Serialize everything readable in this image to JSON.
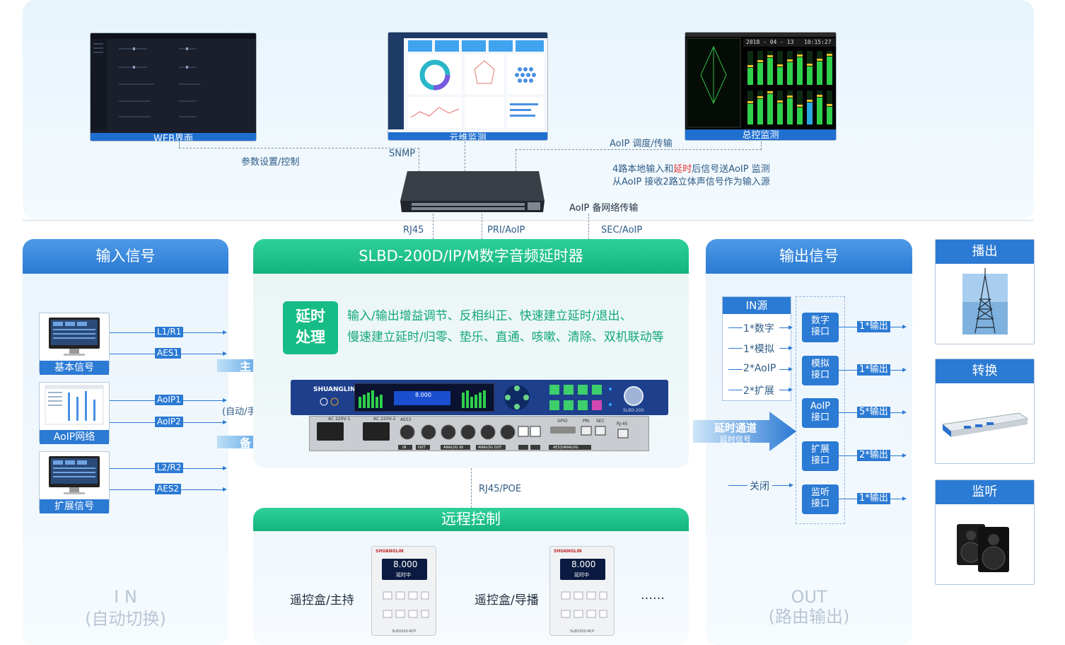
{
  "top": {
    "screens": [
      {
        "label": "WEB界面"
      },
      {
        "label": "云维监测"
      },
      {
        "label": "总控监测",
        "readout_left": "2018 - 04 - 13",
        "readout_right": "10:15:27"
      }
    ],
    "links": {
      "param": "参数设置/控制",
      "snmp": "SNMP",
      "aoip_dispatch": "AoIP 调度/传输",
      "note_line1_pre": "4路本地输入和",
      "note_line1_red": "延时",
      "note_line1_post": "后信号送AoIP 监测",
      "note_line2": "从AoIP 接收2路立体声信号作为输入源",
      "aoip_backup": "AoIP 备网络传输",
      "rj45": "RJ45",
      "pri": "PRI/AoIP",
      "sec": "SEC/AoIP"
    }
  },
  "input": {
    "title": "输入信号",
    "sources": [
      {
        "caption": "基本信号",
        "sig1": "L1/R1",
        "sig2": "AES1"
      },
      {
        "caption": "AoIP网络",
        "sig1": "AoIP1",
        "sig2": "AoIP2"
      },
      {
        "caption": "扩展信号",
        "sig1": "L2/R2",
        "sig2": "AES2"
      }
    ],
    "auto_manual": "(自动/手动)",
    "main_arrow": "主",
    "backup_arrow": "备",
    "ghost_line1": "I N",
    "ghost_line2": "(自动切换)"
  },
  "device": {
    "title": "SLBD-200D/IP/M数字音频延时器",
    "badge_line1": "延时",
    "badge_line2": "处理",
    "desc_line1": "输入/输出增益调节、反相纠正、快速建立延时/退出、",
    "desc_line2": "慢速建立延时/归零、垫乐、直通、咳嗽、清除、双机联动等",
    "front_brand": "SHUANGLIN",
    "front_display": "8.000",
    "front_model": "SLBD-200",
    "rear_labels": [
      "AC 220V-1",
      "AC 220V-2",
      "AES3",
      "IN",
      "OUT",
      "ANALOG IN",
      "ANALOG OUT",
      "GPIO",
      "PRI",
      "SEC",
      "RJ-45",
      "AES3/ANALOG"
    ]
  },
  "remote": {
    "link": "RJ45/POE",
    "title": "远程控制",
    "host_label": "遥控盒/主持",
    "director_label": "遥控盒/导播",
    "ellipsis": "……",
    "box_brand": "SHUANGLIN",
    "box_display": "8.000",
    "box_status": "延时中",
    "box_model": "SLBD200-RCP"
  },
  "output": {
    "title": "输出信号",
    "in_source": {
      "head": "IN源",
      "items": [
        "1*数字",
        "1*模拟",
        "2*AoIP",
        "2*扩展"
      ]
    },
    "delay_channel": "延时通道",
    "delay_signal": "延时信号",
    "close": "关闭",
    "interfaces": [
      {
        "line1": "数字",
        "line2": "接口",
        "out": "1*输出"
      },
      {
        "line1": "模拟",
        "line2": "接口",
        "out": "1*输出"
      },
      {
        "line1": "AoIP",
        "line2": "接口",
        "out": "5*输出"
      },
      {
        "line1": "扩展",
        "line2": "接口",
        "out": "2*输出"
      },
      {
        "line1": "监听",
        "line2": "接口",
        "out": "1*输出"
      }
    ],
    "ghost_line1": "OUT",
    "ghost_line2": "(路由输出)"
  },
  "side": [
    {
      "title": "播出",
      "icon": "broadcast-tower-icon"
    },
    {
      "title": "转换",
      "icon": "rack-converter-icon"
    },
    {
      "title": "监听",
      "icon": "monitor-speaker-icon"
    }
  ],
  "colors": {
    "accent_blue": "#2b7ad4",
    "accent_green": "#16bc86",
    "highlight_red": "#e5322d"
  }
}
